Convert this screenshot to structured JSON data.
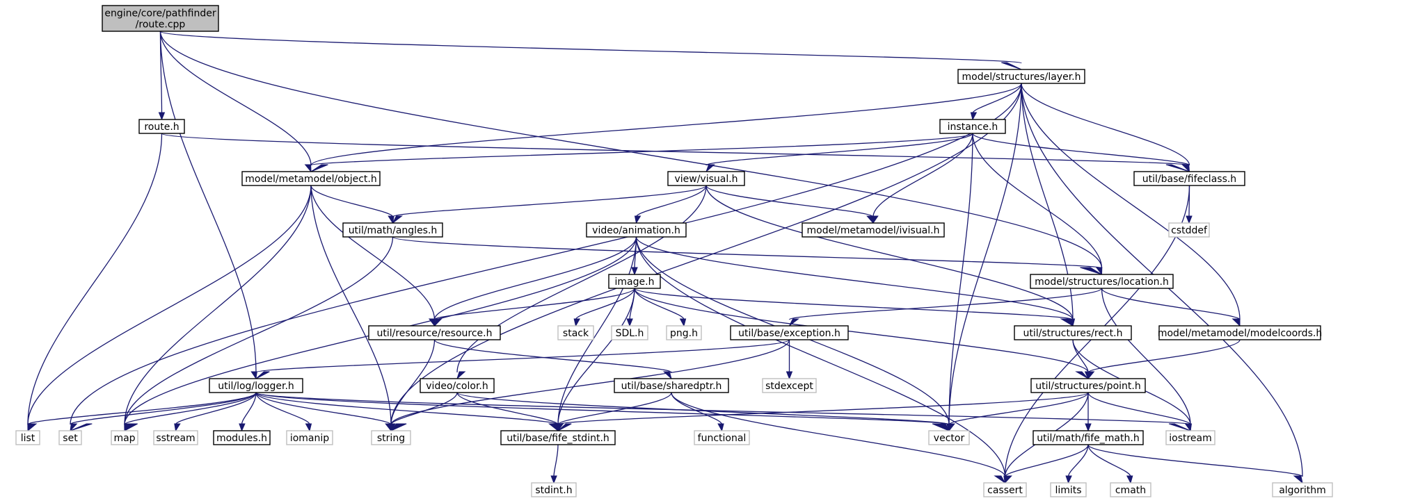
{
  "diagram": {
    "type": "include-dependency-graph",
    "colors": {
      "edge": "#191970",
      "root_fill": "#bfbfbf",
      "node_border": "#000000",
      "system_border": "#bfbfbf"
    },
    "nodes": [
      {
        "id": "route_cpp",
        "lines": [
          "engine/core/pathfinder",
          "/route.cpp"
        ],
        "kind": "root"
      },
      {
        "id": "layer_h",
        "lines": [
          "model/structures/layer.h"
        ],
        "kind": "normal"
      },
      {
        "id": "route_h",
        "lines": [
          "route.h"
        ],
        "kind": "normal"
      },
      {
        "id": "instance_h",
        "lines": [
          "instance.h"
        ],
        "kind": "normal"
      },
      {
        "id": "object_h",
        "lines": [
          "model/metamodel/object.h"
        ],
        "kind": "normal"
      },
      {
        "id": "fifeclass_h",
        "lines": [
          "util/base/fifeclass.h"
        ],
        "kind": "normal"
      },
      {
        "id": "visual_h",
        "lines": [
          "view/visual.h"
        ],
        "kind": "normal"
      },
      {
        "id": "cstddef",
        "lines": [
          "cstddef"
        ],
        "kind": "system"
      },
      {
        "id": "angles_h",
        "lines": [
          "util/math/angles.h"
        ],
        "kind": "normal"
      },
      {
        "id": "animation_h",
        "lines": [
          "video/animation.h"
        ],
        "kind": "normal"
      },
      {
        "id": "ivisual_h",
        "lines": [
          "model/metamodel/ivisual.h"
        ],
        "kind": "normal"
      },
      {
        "id": "image_h",
        "lines": [
          "image.h"
        ],
        "kind": "normal"
      },
      {
        "id": "location_h",
        "lines": [
          "model/structures/location.h"
        ],
        "kind": "normal"
      },
      {
        "id": "resource_h",
        "lines": [
          "util/resource/resource.h"
        ],
        "kind": "normal"
      },
      {
        "id": "stack",
        "lines": [
          "stack"
        ],
        "kind": "system"
      },
      {
        "id": "sdl_h",
        "lines": [
          "SDL.h"
        ],
        "kind": "system"
      },
      {
        "id": "png_h",
        "lines": [
          "png.h"
        ],
        "kind": "system"
      },
      {
        "id": "exception_h",
        "lines": [
          "util/base/exception.h"
        ],
        "kind": "normal"
      },
      {
        "id": "rect_h",
        "lines": [
          "util/structures/rect.h"
        ],
        "kind": "normal"
      },
      {
        "id": "modelcoords_h",
        "lines": [
          "model/metamodel/modelcoords.h"
        ],
        "kind": "normal"
      },
      {
        "id": "logger_h",
        "lines": [
          "util/log/logger.h"
        ],
        "kind": "normal"
      },
      {
        "id": "color_h",
        "lines": [
          "video/color.h"
        ],
        "kind": "normal"
      },
      {
        "id": "sharedptr_h",
        "lines": [
          "util/base/sharedptr.h"
        ],
        "kind": "normal"
      },
      {
        "id": "stdexcept",
        "lines": [
          "stdexcept"
        ],
        "kind": "system"
      },
      {
        "id": "point_h",
        "lines": [
          "util/structures/point.h"
        ],
        "kind": "normal"
      },
      {
        "id": "list",
        "lines": [
          "list"
        ],
        "kind": "system"
      },
      {
        "id": "set",
        "lines": [
          "set"
        ],
        "kind": "system"
      },
      {
        "id": "map",
        "lines": [
          "map"
        ],
        "kind": "system"
      },
      {
        "id": "sstream",
        "lines": [
          "sstream"
        ],
        "kind": "system"
      },
      {
        "id": "modules_h",
        "lines": [
          "modules.h"
        ],
        "kind": "normal"
      },
      {
        "id": "iomanip",
        "lines": [
          "iomanip"
        ],
        "kind": "system"
      },
      {
        "id": "string",
        "lines": [
          "string"
        ],
        "kind": "system"
      },
      {
        "id": "fife_stdint_h",
        "lines": [
          "util/base/fife_stdint.h"
        ],
        "kind": "normal"
      },
      {
        "id": "functional",
        "lines": [
          "functional"
        ],
        "kind": "system"
      },
      {
        "id": "vector",
        "lines": [
          "vector"
        ],
        "kind": "system"
      },
      {
        "id": "iostream",
        "lines": [
          "iostream"
        ],
        "kind": "system"
      },
      {
        "id": "fife_math_h",
        "lines": [
          "util/math/fife_math.h"
        ],
        "kind": "normal"
      },
      {
        "id": "stdint_h",
        "lines": [
          "stdint.h"
        ],
        "kind": "system"
      },
      {
        "id": "cassert",
        "lines": [
          "cassert"
        ],
        "kind": "system"
      },
      {
        "id": "limits",
        "lines": [
          "limits"
        ],
        "kind": "system"
      },
      {
        "id": "cmath",
        "lines": [
          "cmath"
        ],
        "kind": "system"
      },
      {
        "id": "algorithm",
        "lines": [
          "algorithm"
        ],
        "kind": "system"
      }
    ],
    "edges": [
      [
        "route_cpp",
        "layer_h"
      ],
      [
        "route_cpp",
        "route_h"
      ],
      [
        "route_cpp",
        "object_h"
      ],
      [
        "route_cpp",
        "location_h"
      ],
      [
        "route_cpp",
        "logger_h"
      ],
      [
        "layer_h",
        "instance_h"
      ],
      [
        "layer_h",
        "object_h"
      ],
      [
        "layer_h",
        "fifeclass_h"
      ],
      [
        "layer_h",
        "modelcoords_h"
      ],
      [
        "layer_h",
        "rect_h"
      ],
      [
        "layer_h",
        "set"
      ],
      [
        "layer_h",
        "string"
      ],
      [
        "layer_h",
        "vector"
      ],
      [
        "layer_h",
        "algorithm"
      ],
      [
        "route_h",
        "fifeclass_h"
      ],
      [
        "route_h",
        "list"
      ],
      [
        "instance_h",
        "object_h"
      ],
      [
        "instance_h",
        "fifeclass_h"
      ],
      [
        "instance_h",
        "visual_h"
      ],
      [
        "instance_h",
        "ivisual_h"
      ],
      [
        "instance_h",
        "location_h"
      ],
      [
        "instance_h",
        "vector"
      ],
      [
        "object_h",
        "angles_h"
      ],
      [
        "object_h",
        "resource_h"
      ],
      [
        "object_h",
        "list"
      ],
      [
        "object_h",
        "map"
      ],
      [
        "object_h",
        "string"
      ],
      [
        "fifeclass_h",
        "cstddef"
      ],
      [
        "fifeclass_h",
        "cassert"
      ],
      [
        "visual_h",
        "angles_h"
      ],
      [
        "visual_h",
        "animation_h"
      ],
      [
        "visual_h",
        "ivisual_h"
      ],
      [
        "visual_h",
        "rect_h"
      ],
      [
        "visual_h",
        "color_h"
      ],
      [
        "angles_h",
        "location_h"
      ],
      [
        "angles_h",
        "map"
      ],
      [
        "animation_h",
        "image_h"
      ],
      [
        "animation_h",
        "resource_h"
      ],
      [
        "animation_h",
        "rect_h"
      ],
      [
        "animation_h",
        "fife_stdint_h"
      ],
      [
        "animation_h",
        "map"
      ],
      [
        "animation_h",
        "vector"
      ],
      [
        "animation_h",
        "cassert"
      ],
      [
        "image_h",
        "resource_h"
      ],
      [
        "image_h",
        "stack"
      ],
      [
        "image_h",
        "sdl_h"
      ],
      [
        "image_h",
        "png_h"
      ],
      [
        "image_h",
        "rect_h"
      ],
      [
        "image_h",
        "point_h"
      ],
      [
        "image_h",
        "fife_stdint_h"
      ],
      [
        "location_h",
        "exception_h"
      ],
      [
        "location_h",
        "modelcoords_h"
      ],
      [
        "location_h",
        "iostream"
      ],
      [
        "resource_h",
        "sharedptr_h"
      ],
      [
        "resource_h",
        "string"
      ],
      [
        "exception_h",
        "logger_h"
      ],
      [
        "exception_h",
        "stdexcept"
      ],
      [
        "exception_h",
        "string"
      ],
      [
        "rect_h",
        "point_h"
      ],
      [
        "rect_h",
        "iostream"
      ],
      [
        "modelcoords_h",
        "point_h"
      ],
      [
        "logger_h",
        "list"
      ],
      [
        "logger_h",
        "set"
      ],
      [
        "logger_h",
        "map"
      ],
      [
        "logger_h",
        "sstream"
      ],
      [
        "logger_h",
        "modules_h"
      ],
      [
        "logger_h",
        "iomanip"
      ],
      [
        "logger_h",
        "string"
      ],
      [
        "logger_h",
        "fife_stdint_h"
      ],
      [
        "logger_h",
        "vector"
      ],
      [
        "logger_h",
        "iostream"
      ],
      [
        "color_h",
        "string"
      ],
      [
        "color_h",
        "fife_stdint_h"
      ],
      [
        "color_h",
        "vector"
      ],
      [
        "sharedptr_h",
        "fife_stdint_h"
      ],
      [
        "sharedptr_h",
        "functional"
      ],
      [
        "sharedptr_h",
        "cassert"
      ],
      [
        "point_h",
        "fife_stdint_h"
      ],
      [
        "point_h",
        "vector"
      ],
      [
        "point_h",
        "iostream"
      ],
      [
        "point_h",
        "fife_math_h"
      ],
      [
        "point_h",
        "cassert"
      ],
      [
        "fife_stdint_h",
        "stdint_h"
      ],
      [
        "fife_math_h",
        "cassert"
      ],
      [
        "fife_math_h",
        "limits"
      ],
      [
        "fife_math_h",
        "cmath"
      ],
      [
        "fife_math_h",
        "algorithm"
      ]
    ]
  }
}
